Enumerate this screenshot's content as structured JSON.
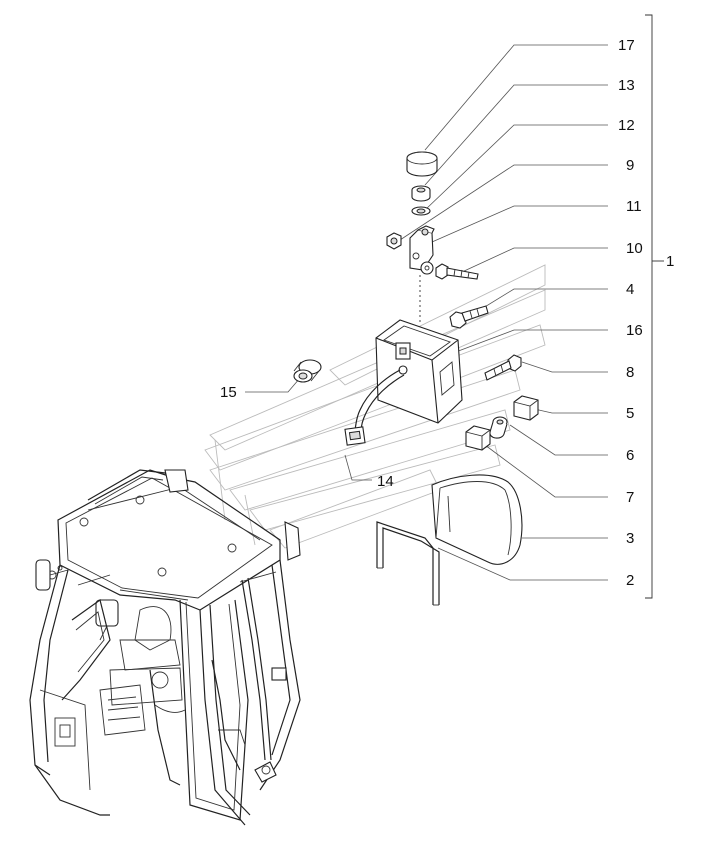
{
  "diagram": {
    "assembly_label": "1",
    "callouts": [
      {
        "label": "17"
      },
      {
        "label": "13"
      },
      {
        "label": "12"
      },
      {
        "label": "9"
      },
      {
        "label": "11"
      },
      {
        "label": "10"
      },
      {
        "label": "4"
      },
      {
        "label": "16"
      },
      {
        "label": "8"
      },
      {
        "label": "5"
      },
      {
        "label": "6"
      },
      {
        "label": "7"
      },
      {
        "label": "3"
      },
      {
        "label": "2"
      },
      {
        "label": "15"
      },
      {
        "label": "14"
      }
    ]
  },
  "colors": {
    "line": "#222222",
    "ghost": "#bbbbbb",
    "background": "#ffffff"
  }
}
